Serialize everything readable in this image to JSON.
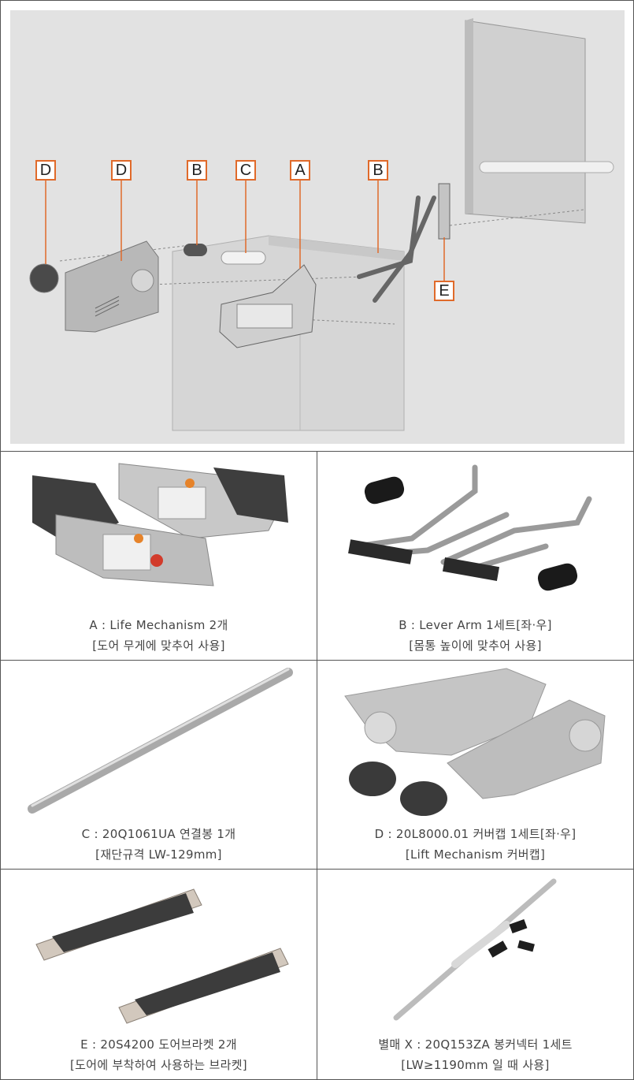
{
  "diagram": {
    "labels": [
      "D",
      "D",
      "B",
      "C",
      "A",
      "B",
      "E"
    ]
  },
  "parts": [
    {
      "line1": "A : Life Mechanism 2개",
      "line2": "[도어 무게에 맞추어 사용]"
    },
    {
      "line1": "B : Lever Arm 1세트[좌·우]",
      "line2": "[몸통 높이에 맞추어 사용]"
    },
    {
      "line1": "C : 20Q1061UA 연결봉 1개",
      "line2": "[재단규격 LW-129mm]"
    },
    {
      "line1": "D : 20L8000.01 커버캡 1세트[좌·우]",
      "line2": "[Lift Mechanism 커버캡]"
    },
    {
      "line1": "E : 20S4200 도어브라켓 2개",
      "line2": "[도어에 부착하여 사용하는 브라켓]"
    },
    {
      "line1": "별매 X : 20Q153ZA 봉커넥터 1세트",
      "line2": "[LW≥1190mm 일 때 사용]"
    }
  ],
  "colors": {
    "callout_border": "#e06a2a",
    "diagram_bg": "#e2e2e2"
  }
}
